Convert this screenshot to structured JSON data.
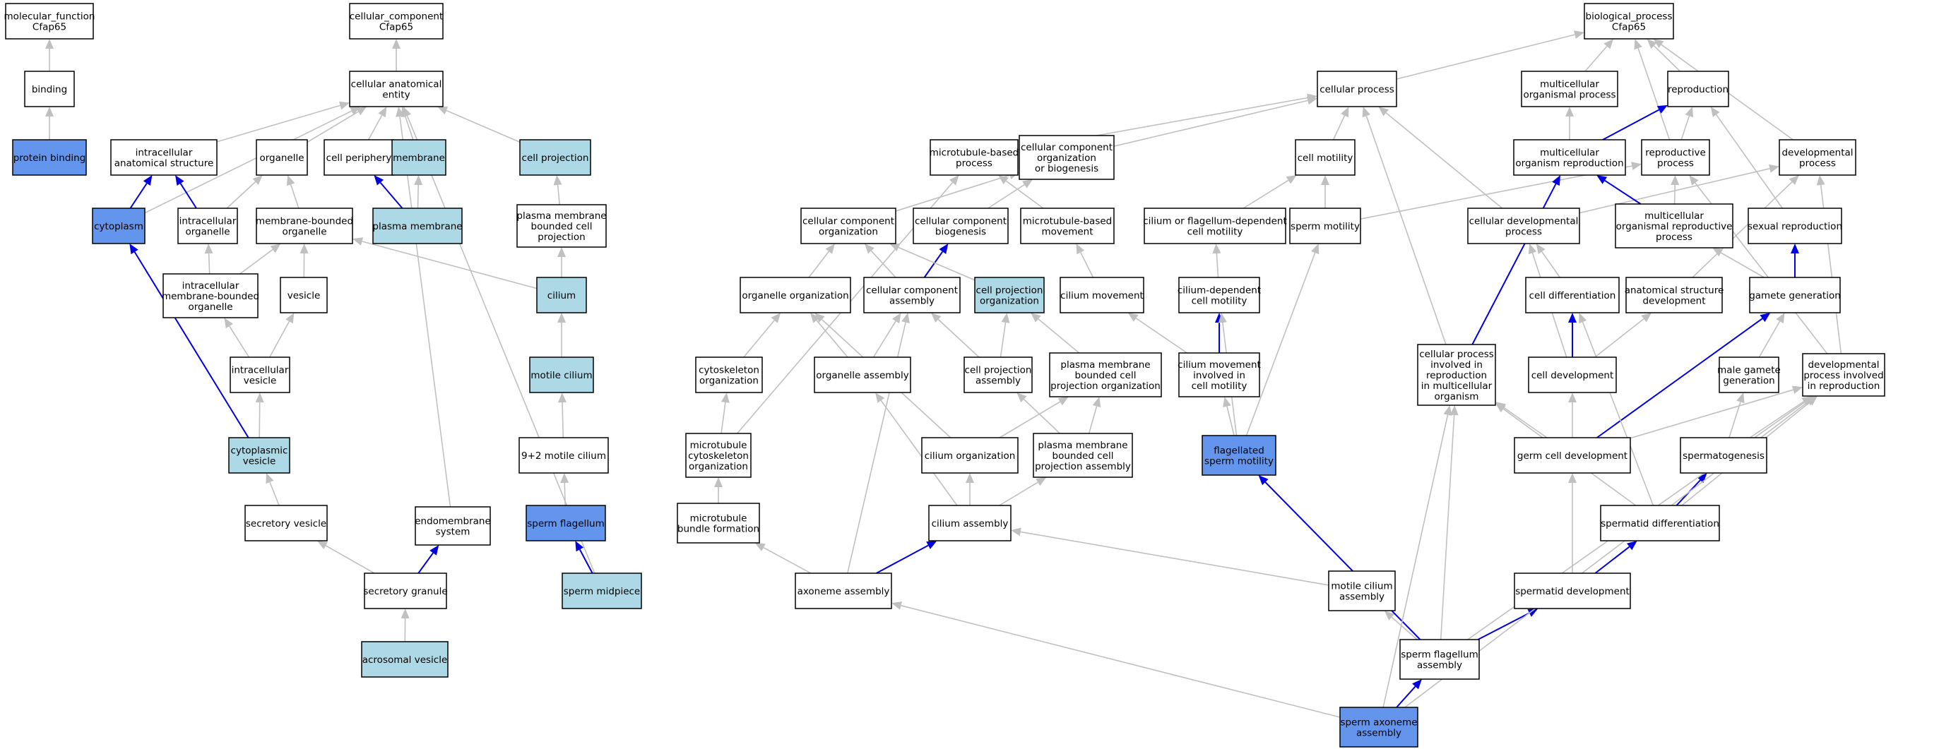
{
  "colors": {
    "plain": "#ffffff",
    "light": "#add8e6",
    "dark": "#6495ed",
    "edge_grey": "#c0c0c0",
    "edge_blue": "#0000e0"
  },
  "nodes": [
    {
      "id": "mf",
      "label": [
        "molecular_function",
        "Cfap65"
      ],
      "style": "plain"
    },
    {
      "id": "binding",
      "label": [
        "binding"
      ],
      "style": "plain"
    },
    {
      "id": "protein_binding",
      "label": [
        "protein binding"
      ],
      "style": "dark"
    },
    {
      "id": "cc",
      "label": [
        "cellular_component",
        "Cfap65"
      ],
      "style": "plain"
    },
    {
      "id": "cae",
      "label": [
        "cellular anatomical",
        "entity"
      ],
      "style": "plain"
    },
    {
      "id": "ias",
      "label": [
        "intracellular",
        "anatomical structure"
      ],
      "style": "plain"
    },
    {
      "id": "organelle",
      "label": [
        "organelle"
      ],
      "style": "plain"
    },
    {
      "id": "cell_periphery",
      "label": [
        "cell periphery"
      ],
      "style": "plain"
    },
    {
      "id": "membrane",
      "label": [
        "membrane"
      ],
      "style": "light"
    },
    {
      "id": "cell_projection",
      "label": [
        "cell projection"
      ],
      "style": "light"
    },
    {
      "id": "cytoplasm",
      "label": [
        "cytoplasm"
      ],
      "style": "dark"
    },
    {
      "id": "ic_organelle",
      "label": [
        "intracellular",
        "organelle"
      ],
      "style": "plain"
    },
    {
      "id": "mb_organelle",
      "label": [
        "membrane-bounded",
        "organelle"
      ],
      "style": "plain"
    },
    {
      "id": "plasma_membrane",
      "label": [
        "plasma membrane"
      ],
      "style": "light"
    },
    {
      "id": "pmbcp",
      "label": [
        "plasma membrane",
        "bounded cell",
        "projection"
      ],
      "style": "plain"
    },
    {
      "id": "imbo",
      "label": [
        "intracellular",
        "membrane-bounded",
        "organelle"
      ],
      "style": "plain"
    },
    {
      "id": "vesicle",
      "label": [
        "vesicle"
      ],
      "style": "plain"
    },
    {
      "id": "cilium",
      "label": [
        "cilium"
      ],
      "style": "light"
    },
    {
      "id": "ic_vesicle",
      "label": [
        "intracellular",
        "vesicle"
      ],
      "style": "plain"
    },
    {
      "id": "motile_cilium",
      "label": [
        "motile cilium"
      ],
      "style": "light"
    },
    {
      "id": "cyto_vesicle",
      "label": [
        "cytoplasmic",
        "vesicle"
      ],
      "style": "light"
    },
    {
      "id": "nine2",
      "label": [
        "9+2 motile cilium"
      ],
      "style": "plain"
    },
    {
      "id": "secretory_vesicle",
      "label": [
        "secretory vesicle"
      ],
      "style": "plain"
    },
    {
      "id": "endomembrane",
      "label": [
        "endomembrane",
        "system"
      ],
      "style": "plain"
    },
    {
      "id": "sperm_flagellum",
      "label": [
        "sperm flagellum"
      ],
      "style": "dark"
    },
    {
      "id": "secretory_granule",
      "label": [
        "secretory granule"
      ],
      "style": "plain"
    },
    {
      "id": "sperm_midpiece",
      "label": [
        "sperm midpiece"
      ],
      "style": "light"
    },
    {
      "id": "acrosomal_vesicle",
      "label": [
        "acrosomal vesicle"
      ],
      "style": "light"
    },
    {
      "id": "bp",
      "label": [
        "biological_process",
        "Cfap65"
      ],
      "style": "plain"
    },
    {
      "id": "cellular_process",
      "label": [
        "cellular process"
      ],
      "style": "plain"
    },
    {
      "id": "multi_org_process",
      "label": [
        "multicellular",
        "organismal process"
      ],
      "style": "plain"
    },
    {
      "id": "reproduction",
      "label": [
        "reproduction"
      ],
      "style": "plain"
    },
    {
      "id": "mt_based_process",
      "label": [
        "microtubule-based",
        "process"
      ],
      "style": "plain"
    },
    {
      "id": "ccob",
      "label": [
        "cellular component",
        "organization",
        "or biogenesis"
      ],
      "style": "plain"
    },
    {
      "id": "cell_motility",
      "label": [
        "cell motility"
      ],
      "style": "plain"
    },
    {
      "id": "multi_org_repro",
      "label": [
        "multicellular",
        "organism reproduction"
      ],
      "style": "plain"
    },
    {
      "id": "repro_process",
      "label": [
        "reproductive",
        "process"
      ],
      "style": "plain"
    },
    {
      "id": "dev_process",
      "label": [
        "developmental",
        "process"
      ],
      "style": "plain"
    },
    {
      "id": "cc_org",
      "label": [
        "cellular component",
        "organization"
      ],
      "style": "plain"
    },
    {
      "id": "cc_biogenesis",
      "label": [
        "cellular component",
        "biogenesis"
      ],
      "style": "plain"
    },
    {
      "id": "mt_movement",
      "label": [
        "microtubule-based",
        "movement"
      ],
      "style": "plain"
    },
    {
      "id": "cilium_fdcm",
      "label": [
        "cilium or flagellum-dependent",
        "cell motility"
      ],
      "style": "plain"
    },
    {
      "id": "sperm_motility",
      "label": [
        "sperm motility"
      ],
      "style": "plain"
    },
    {
      "id": "cell_dev_process",
      "label": [
        "cellular developmental",
        "process"
      ],
      "style": "plain"
    },
    {
      "id": "mo_repro_process",
      "label": [
        "multicellular",
        "organismal reproductive",
        "process"
      ],
      "style": "plain"
    },
    {
      "id": "sexual_repro",
      "label": [
        "sexual reproduction"
      ],
      "style": "plain"
    },
    {
      "id": "organelle_org",
      "label": [
        "organelle organization"
      ],
      "style": "plain"
    },
    {
      "id": "cc_assembly",
      "label": [
        "cellular component",
        "assembly"
      ],
      "style": "plain"
    },
    {
      "id": "cp_org",
      "label": [
        "cell projection",
        "organization"
      ],
      "style": "light"
    },
    {
      "id": "cilium_movement",
      "label": [
        "cilium movement"
      ],
      "style": "plain"
    },
    {
      "id": "cilium_dcm",
      "label": [
        "cilium-dependent",
        "cell motility"
      ],
      "style": "plain"
    },
    {
      "id": "cell_diff",
      "label": [
        "cell differentiation"
      ],
      "style": "plain"
    },
    {
      "id": "anat_struct_dev",
      "label": [
        "anatomical structure",
        "development"
      ],
      "style": "plain"
    },
    {
      "id": "gamete_gen",
      "label": [
        "gamete generation"
      ],
      "style": "plain"
    },
    {
      "id": "cyto_org",
      "label": [
        "cytoskeleton",
        "organization"
      ],
      "style": "plain"
    },
    {
      "id": "organelle_assembly",
      "label": [
        "organelle assembly"
      ],
      "style": "plain"
    },
    {
      "id": "cp_assembly",
      "label": [
        "cell projection",
        "assembly"
      ],
      "style": "plain"
    },
    {
      "id": "pmbcpo",
      "label": [
        "plasma membrane",
        "bounded cell",
        "projection organization"
      ],
      "style": "plain"
    },
    {
      "id": "cmicm",
      "label": [
        "cilium movement",
        "involved in",
        "cell motility"
      ],
      "style": "plain"
    },
    {
      "id": "cpirmo",
      "label": [
        "cellular process",
        "involved in",
        "reproduction",
        "in multicellular",
        "organism"
      ],
      "style": "plain"
    },
    {
      "id": "cell_dev",
      "label": [
        "cell development"
      ],
      "style": "plain"
    },
    {
      "id": "male_gamete_gen",
      "label": [
        "male gamete",
        "generation"
      ],
      "style": "plain"
    },
    {
      "id": "dev_in_repro",
      "label": [
        "developmental",
        "process involved",
        "in reproduction"
      ],
      "style": "plain"
    },
    {
      "id": "mt_cyto_org",
      "label": [
        "microtubule",
        "cytoskeleton",
        "organization"
      ],
      "style": "plain"
    },
    {
      "id": "cilium_org",
      "label": [
        "cilium organization"
      ],
      "style": "plain"
    },
    {
      "id": "pmbcpa",
      "label": [
        "plasma membrane",
        "bounded cell",
        "projection assembly"
      ],
      "style": "plain"
    },
    {
      "id": "flag_sperm_motility",
      "label": [
        "flagellated",
        "sperm motility"
      ],
      "style": "dark"
    },
    {
      "id": "germ_cell_dev",
      "label": [
        "germ cell development"
      ],
      "style": "plain"
    },
    {
      "id": "spermatogenesis",
      "label": [
        "spermatogenesis"
      ],
      "style": "plain"
    },
    {
      "id": "mt_bundle",
      "label": [
        "microtubule",
        "bundle formation"
      ],
      "style": "plain"
    },
    {
      "id": "cilium_assembly",
      "label": [
        "cilium assembly"
      ],
      "style": "plain"
    },
    {
      "id": "spermatid_diff",
      "label": [
        "spermatid differentiation"
      ],
      "style": "plain"
    },
    {
      "id": "axoneme_assembly",
      "label": [
        "axoneme assembly"
      ],
      "style": "plain"
    },
    {
      "id": "motile_cilium_assembly",
      "label": [
        "motile cilium",
        "assembly"
      ],
      "style": "plain"
    },
    {
      "id": "spermatid_dev",
      "label": [
        "spermatid development"
      ],
      "style": "plain"
    },
    {
      "id": "sperm_flag_assembly",
      "label": [
        "sperm flagellum",
        "assembly"
      ],
      "style": "plain"
    },
    {
      "id": "sperm_axoneme_assembly",
      "label": [
        "sperm axoneme",
        "assembly"
      ],
      "style": "dark"
    }
  ],
  "edges": [
    [
      "binding",
      "mf",
      "g"
    ],
    [
      "protein_binding",
      "binding",
      "g"
    ],
    [
      "cae",
      "cc",
      "g"
    ],
    [
      "ias",
      "cae",
      "g"
    ],
    [
      "organelle",
      "cae",
      "g"
    ],
    [
      "cell_periphery",
      "cae",
      "g"
    ],
    [
      "membrane",
      "cae",
      "g"
    ],
    [
      "cell_projection",
      "cae",
      "g"
    ],
    [
      "cytoplasm",
      "cae",
      "g"
    ],
    [
      "cytoplasm",
      "ias",
      "b"
    ],
    [
      "ic_organelle",
      "ias",
      "b"
    ],
    [
      "ic_organelle",
      "organelle",
      "g"
    ],
    [
      "mb_organelle",
      "organelle",
      "g"
    ],
    [
      "plasma_membrane",
      "cell_periphery",
      "b"
    ],
    [
      "plasma_membrane",
      "membrane",
      "g"
    ],
    [
      "pmbcp",
      "cell_projection",
      "g"
    ],
    [
      "imbo",
      "ic_organelle",
      "g"
    ],
    [
      "imbo",
      "mb_organelle",
      "g"
    ],
    [
      "vesicle",
      "mb_organelle",
      "g"
    ],
    [
      "cilium",
      "pmbcp",
      "g"
    ],
    [
      "cilium",
      "mb_organelle",
      "g"
    ],
    [
      "ic_vesicle",
      "imbo",
      "g"
    ],
    [
      "ic_vesicle",
      "vesicle",
      "g"
    ],
    [
      "motile_cilium",
      "cilium",
      "g"
    ],
    [
      "cyto_vesicle",
      "ic_vesicle",
      "g"
    ],
    [
      "cyto_vesicle",
      "cytoplasm",
      "b"
    ],
    [
      "nine2",
      "motile_cilium",
      "g"
    ],
    [
      "secretory_vesicle",
      "cyto_vesicle",
      "g"
    ],
    [
      "endomembrane",
      "cae",
      "g"
    ],
    [
      "sperm_flagellum",
      "nine2",
      "g"
    ],
    [
      "secretory_granule",
      "secretory_vesicle",
      "g"
    ],
    [
      "secretory_granule",
      "endomembrane",
      "b"
    ],
    [
      "sperm_midpiece",
      "sperm_flagellum",
      "b"
    ],
    [
      "sperm_midpiece",
      "cae",
      "g"
    ],
    [
      "acrosomal_vesicle",
      "secretory_granule",
      "g"
    ],
    [
      "cellular_process",
      "bp",
      "g"
    ],
    [
      "multi_org_process",
      "bp",
      "g"
    ],
    [
      "reproduction",
      "bp",
      "g"
    ],
    [
      "dev_process",
      "bp",
      "g"
    ],
    [
      "repro_process",
      "bp",
      "g"
    ],
    [
      "mt_based_process",
      "cellular_process",
      "g"
    ],
    [
      "ccob",
      "cellular_process",
      "g"
    ],
    [
      "cell_motility",
      "cellular_process",
      "g"
    ],
    [
      "multi_org_repro",
      "multi_org_process",
      "g"
    ],
    [
      "multi_org_repro",
      "reproduction",
      "b"
    ],
    [
      "repro_process",
      "reproduction",
      "g"
    ],
    [
      "cc_org",
      "ccob",
      "g"
    ],
    [
      "cc_biogenesis",
      "ccob",
      "g"
    ],
    [
      "mt_movement",
      "mt_based_process",
      "g"
    ],
    [
      "cilium_fdcm",
      "cell_motility",
      "g"
    ],
    [
      "sperm_motility",
      "cell_motility",
      "g"
    ],
    [
      "sperm_motility",
      "repro_process",
      "g"
    ],
    [
      "cell_dev_process",
      "cellular_process",
      "g"
    ],
    [
      "cell_dev_process",
      "dev_process",
      "g"
    ],
    [
      "mo_repro_process",
      "multi_org_repro",
      "b"
    ],
    [
      "mo_repro_process",
      "repro_process",
      "g"
    ],
    [
      "sexual_repro",
      "reproduction",
      "g"
    ],
    [
      "organelle_org",
      "cc_org",
      "g"
    ],
    [
      "cc_assembly",
      "cc_org",
      "g"
    ],
    [
      "cc_assembly",
      "cc_biogenesis",
      "b"
    ],
    [
      "cp_org",
      "cc_org",
      "g"
    ],
    [
      "cilium_movement",
      "mt_movement",
      "g"
    ],
    [
      "cilium_dcm",
      "cilium_fdcm",
      "g"
    ],
    [
      "cell_diff",
      "cell_dev_process",
      "g"
    ],
    [
      "anat_struct_dev",
      "dev_process",
      "g"
    ],
    [
      "gamete_gen",
      "sexual_repro",
      "b"
    ],
    [
      "gamete_gen",
      "mo_repro_process",
      "g"
    ],
    [
      "cyto_org",
      "organelle_org",
      "g"
    ],
    [
      "organelle_assembly",
      "organelle_org",
      "g"
    ],
    [
      "organelle_assembly",
      "cc_assembly",
      "g"
    ],
    [
      "cp_assembly",
      "cc_assembly",
      "g"
    ],
    [
      "cp_assembly",
      "cp_org",
      "g"
    ],
    [
      "pmbcpo",
      "cp_org",
      "g"
    ],
    [
      "cmicm",
      "cilium_movement",
      "g"
    ],
    [
      "cmicm",
      "cilium_dcm",
      "b"
    ],
    [
      "cpirmo",
      "cellular_process",
      "g"
    ],
    [
      "cpirmo",
      "multi_org_repro",
      "b"
    ],
    [
      "cell_dev",
      "cell_diff",
      "b"
    ],
    [
      "cell_dev",
      "cell_dev_process",
      "g"
    ],
    [
      "cell_dev",
      "anat_struct_dev",
      "g"
    ],
    [
      "male_gamete_gen",
      "gamete_gen",
      "g"
    ],
    [
      "dev_in_repro",
      "dev_process",
      "g"
    ],
    [
      "dev_in_repro",
      "repro_process",
      "g"
    ],
    [
      "mt_cyto_org",
      "cyto_org",
      "g"
    ],
    [
      "mt_cyto_org",
      "mt_based_process",
      "g"
    ],
    [
      "cilium_org",
      "organelle_org",
      "g"
    ],
    [
      "cilium_org",
      "pmbcpo",
      "g"
    ],
    [
      "pmbcpa",
      "cp_assembly",
      "g"
    ],
    [
      "pmbcpa",
      "pmbcpo",
      "g"
    ],
    [
      "flag_sperm_motility",
      "sperm_motility",
      "g"
    ],
    [
      "flag_sperm_motility",
      "cilium_dcm",
      "g"
    ],
    [
      "flag_sperm_motility",
      "cmicm",
      "g"
    ],
    [
      "germ_cell_dev",
      "cell_dev",
      "g"
    ],
    [
      "germ_cell_dev",
      "gamete_gen",
      "b"
    ],
    [
      "germ_cell_dev",
      "cpirmo",
      "g"
    ],
    [
      "germ_cell_dev",
      "dev_in_repro",
      "g"
    ],
    [
      "spermatogenesis",
      "male_gamete_gen",
      "g"
    ],
    [
      "spermatogenesis",
      "dev_in_repro",
      "g"
    ],
    [
      "mt_bundle",
      "mt_cyto_org",
      "g"
    ],
    [
      "cilium_assembly",
      "cilium_org",
      "g"
    ],
    [
      "cilium_assembly",
      "pmbcpa",
      "g"
    ],
    [
      "cilium_assembly",
      "organelle_assembly",
      "g"
    ],
    [
      "spermatid_diff",
      "spermatogenesis",
      "b"
    ],
    [
      "spermatid_diff",
      "cell_diff",
      "g"
    ],
    [
      "spermatid_diff",
      "cpirmo",
      "g"
    ],
    [
      "spermatid_diff",
      "dev_in_repro",
      "g"
    ],
    [
      "axoneme_assembly",
      "cilium_assembly",
      "b"
    ],
    [
      "axoneme_assembly",
      "mt_bundle",
      "g"
    ],
    [
      "axoneme_assembly",
      "cc_assembly",
      "g"
    ],
    [
      "motile_cilium_assembly",
      "cilium_assembly",
      "g"
    ],
    [
      "spermatid_dev",
      "spermatid_diff",
      "b"
    ],
    [
      "spermatid_dev",
      "germ_cell_dev",
      "g"
    ],
    [
      "sperm_flag_assembly",
      "motile_cilium_assembly",
      "g"
    ],
    [
      "sperm_flag_assembly",
      "spermatid_dev",
      "b"
    ],
    [
      "sperm_flag_assembly",
      "flag_sperm_motility",
      "b"
    ],
    [
      "sperm_flag_assembly",
      "cpirmo",
      "g"
    ],
    [
      "sperm_flag_assembly",
      "dev_in_repro",
      "g"
    ],
    [
      "sperm_axoneme_assembly",
      "sperm_flag_assembly",
      "b"
    ],
    [
      "sperm_axoneme_assembly",
      "axoneme_assembly",
      "g"
    ],
    [
      "sperm_axoneme_assembly",
      "cpirmo",
      "g"
    ],
    [
      "sperm_axoneme_assembly",
      "dev_in_repro",
      "g"
    ]
  ]
}
